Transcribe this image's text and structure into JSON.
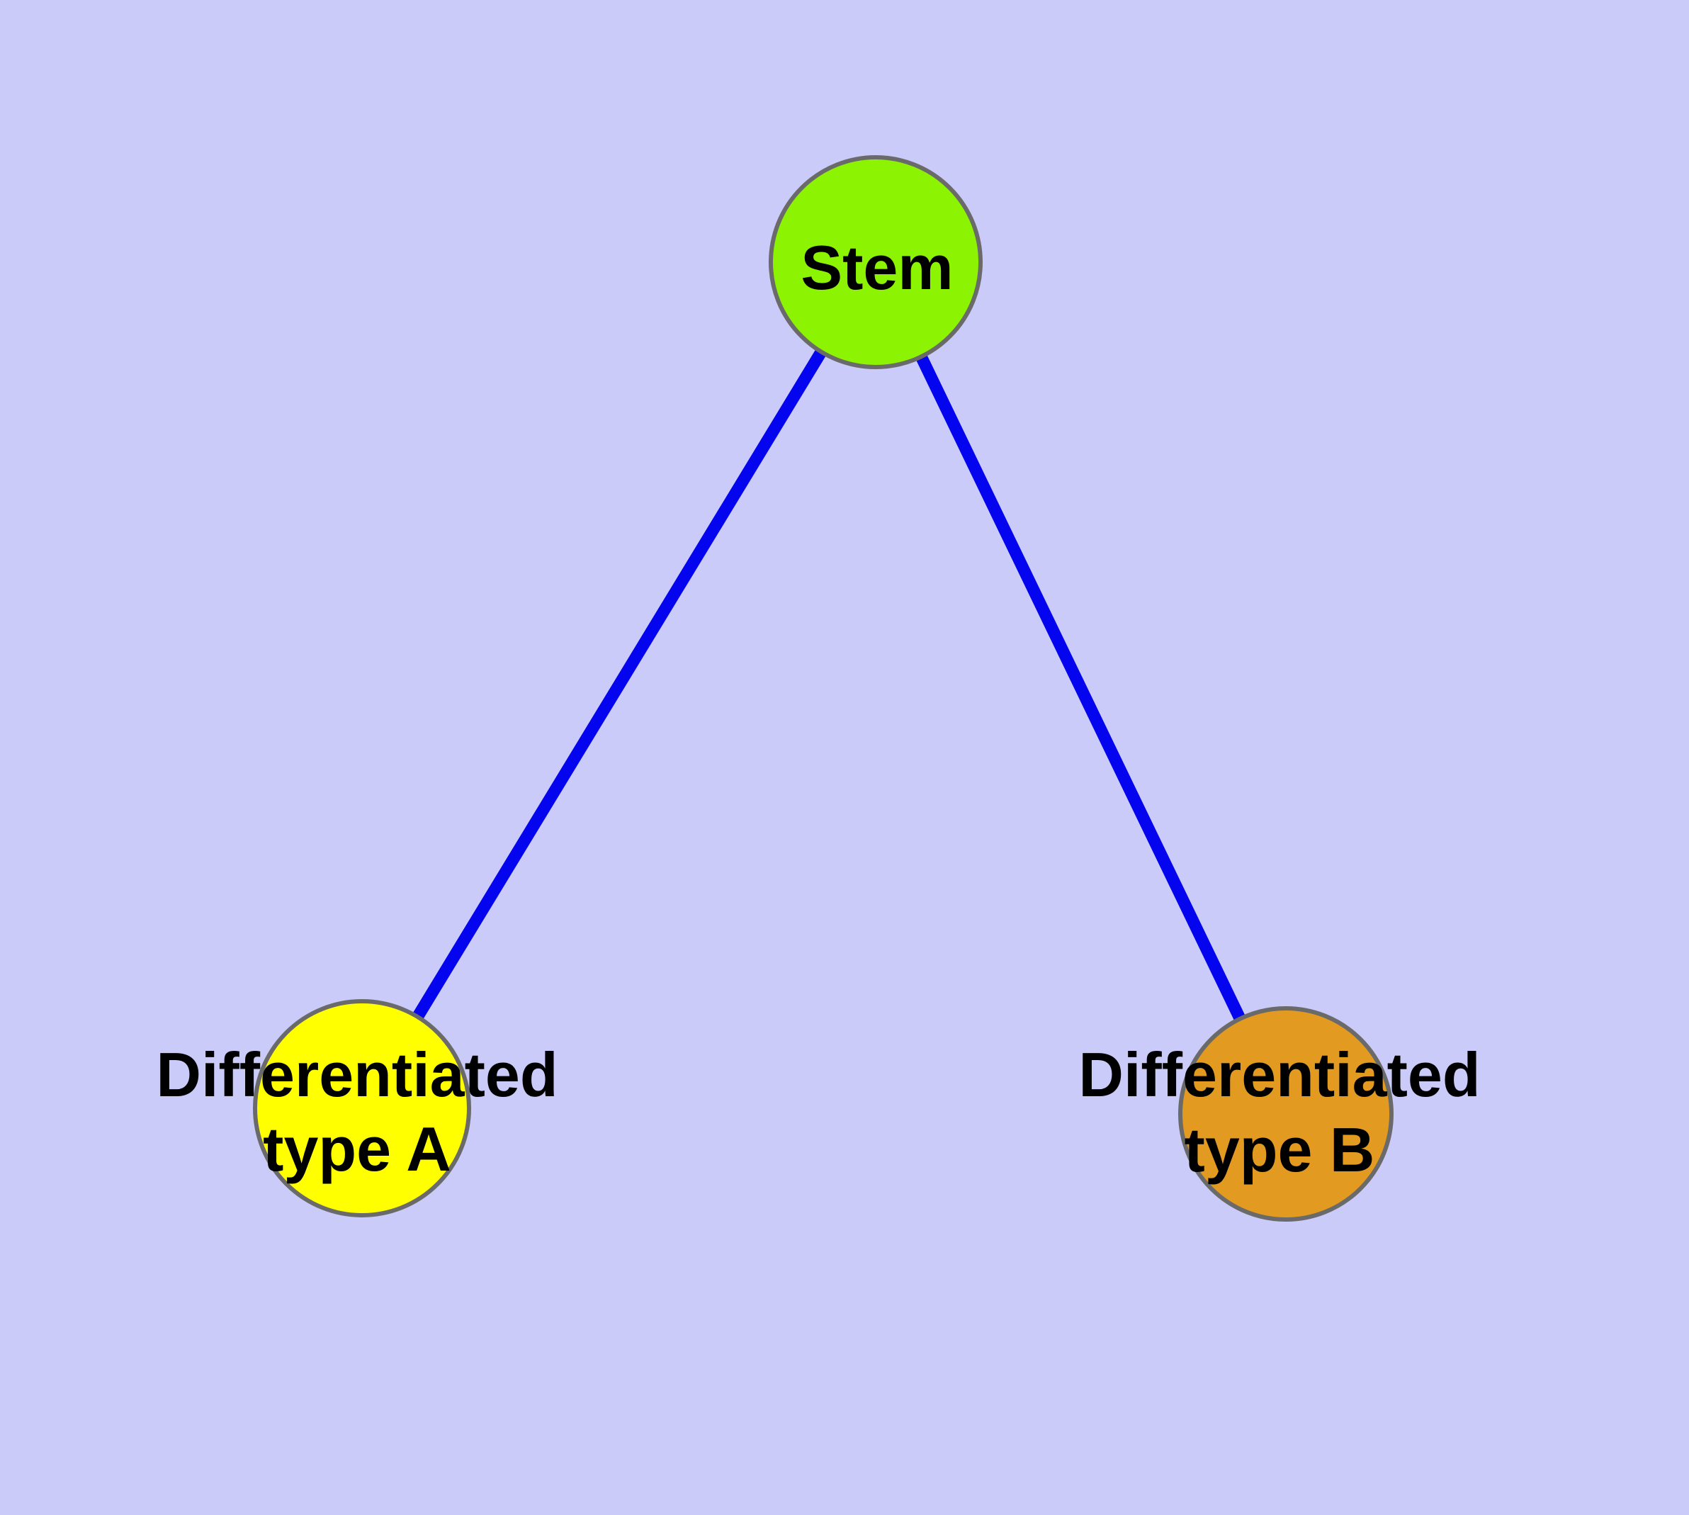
{
  "diagram": {
    "background_color": "#CACBF8",
    "edge_color": "#0404EE",
    "node_border_color": "#6A6A6A",
    "text_color": "#000000",
    "nodes": [
      {
        "id": "stem",
        "label": "Stem",
        "lines": [
          "Stem"
        ],
        "color": "#8CF402"
      },
      {
        "id": "differentiated-type-a",
        "label": "Differentiated type A",
        "lines": [
          "Differentiated",
          "type A"
        ],
        "color": "#FFFF00"
      },
      {
        "id": "differentiated-type-b",
        "label": "Differentiated type B",
        "lines": [
          "Differentiated",
          "type B"
        ],
        "color": "#E39A20"
      }
    ],
    "edges": [
      {
        "from": "stem",
        "to": "differentiated-type-a"
      },
      {
        "from": "stem",
        "to": "differentiated-type-b"
      }
    ]
  }
}
